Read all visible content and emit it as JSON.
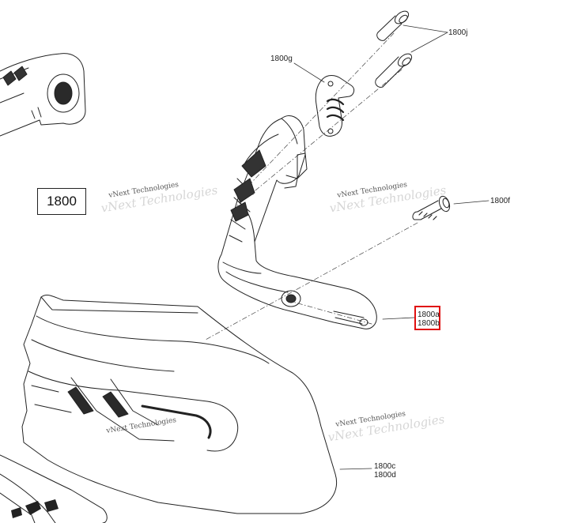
{
  "diagram": {
    "id_box": "1800",
    "watermark": "vNext Technologies",
    "callouts": {
      "j": "1800j",
      "g": "1800g",
      "f": "1800f",
      "a": "1800a",
      "b": "1800b",
      "c": "1800c",
      "d": "1800d"
    },
    "highlighted_callout": [
      "1800a",
      "1800b"
    ],
    "highlight_color": "#e01010"
  }
}
